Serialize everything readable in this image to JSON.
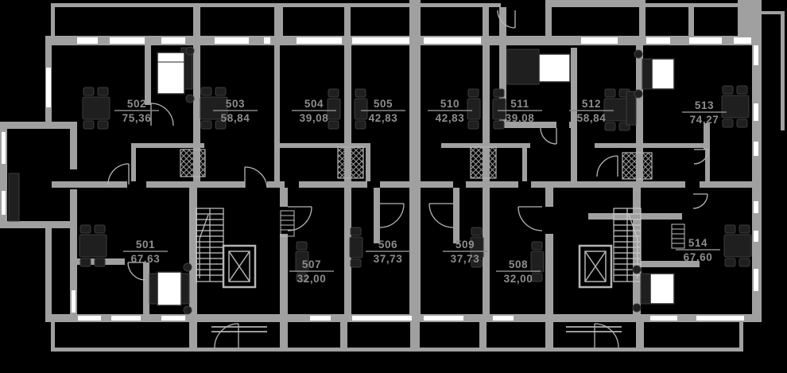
{
  "title": "Apartment floor plan, units 501-514",
  "colors": {
    "background": "#000000",
    "walls": "#a0a0a0",
    "windows": "#ffffff",
    "furniture": "#1f1f1f",
    "beds": "#ffffff",
    "labels": "#8d8d8d"
  },
  "apartments": {
    "a501": {
      "number": "501",
      "area": "67,63"
    },
    "a502": {
      "number": "502",
      "area": "75,36"
    },
    "a503": {
      "number": "503",
      "area": "58,84"
    },
    "a504": {
      "number": "504",
      "area": "39,08"
    },
    "a505": {
      "number": "505",
      "area": "42,83"
    },
    "a506": {
      "number": "506",
      "area": "37,73"
    },
    "a507": {
      "number": "507",
      "area": "32,00"
    },
    "a508": {
      "number": "508",
      "area": "32,00"
    },
    "a509": {
      "number": "509",
      "area": "37,73"
    },
    "a510": {
      "number": "510",
      "area": "42,83"
    },
    "a511": {
      "number": "511",
      "area": "39,08"
    },
    "a512": {
      "number": "512",
      "area": "58,84"
    },
    "a513": {
      "number": "513",
      "area": "74,27"
    },
    "a514": {
      "number": "514",
      "area": "67,60"
    }
  }
}
